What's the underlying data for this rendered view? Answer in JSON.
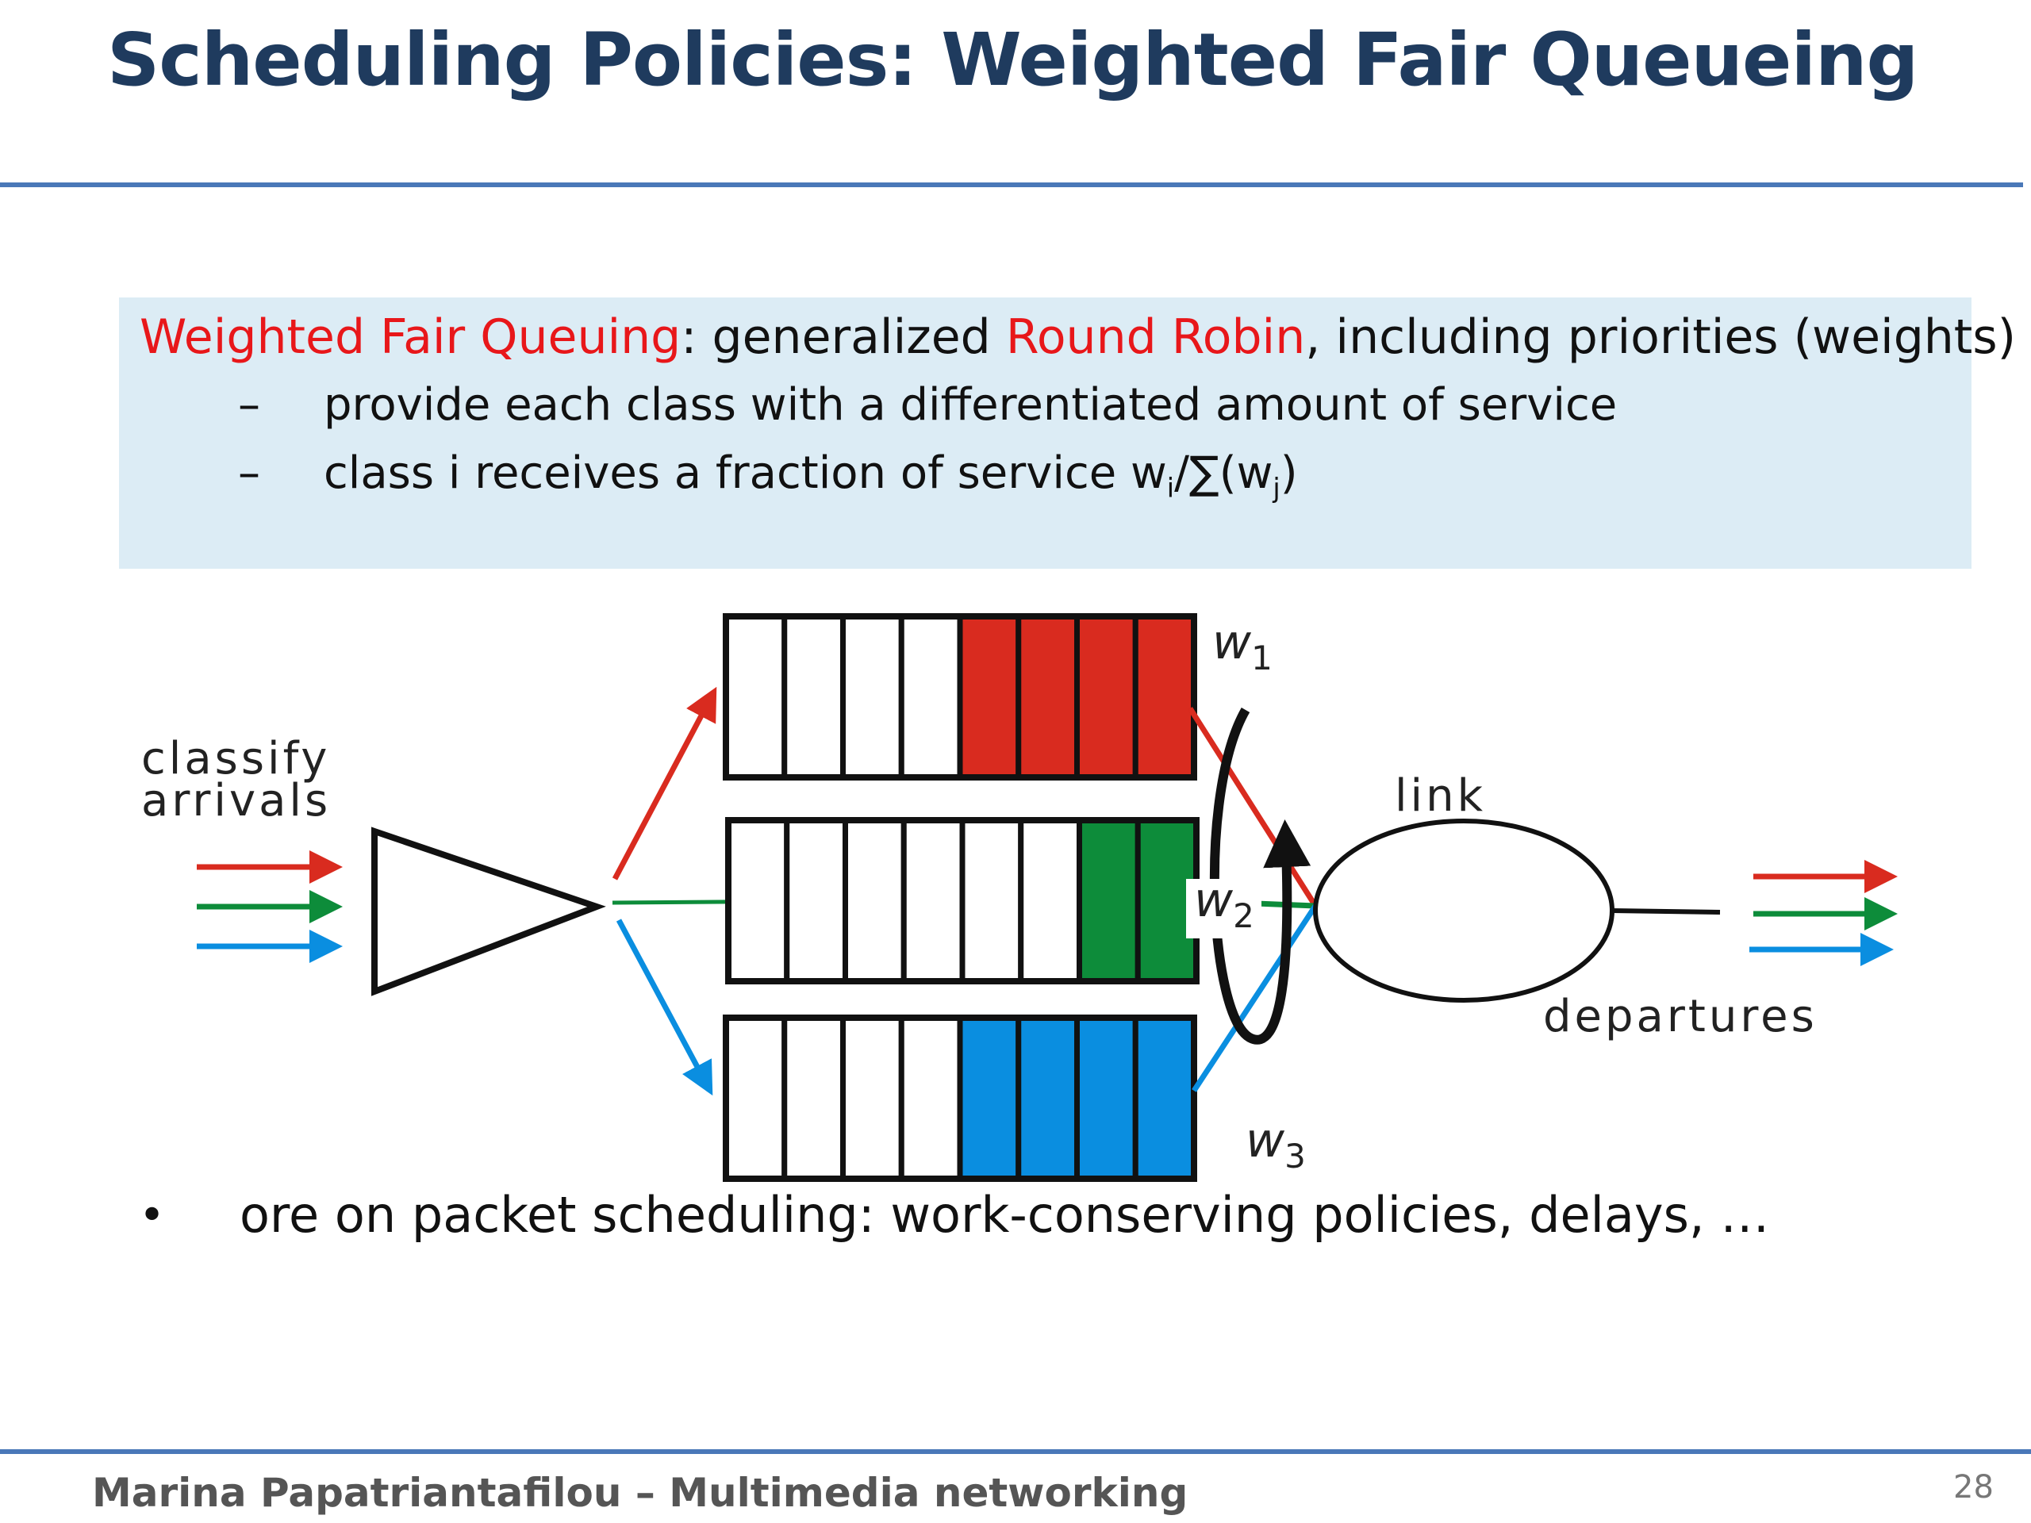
{
  "slide": {
    "title": "Scheduling Policies: Weighted Fair Queueing",
    "box": {
      "line1_term1": "Weighted Fair Queuing",
      "line1_sep": ": generalized ",
      "line1_term2": "Round Robin",
      "line1_rest": ", including priorities (weights)",
      "dash": "–",
      "line2": "provide each class with a differentiated amount of service",
      "line3_pre": "class i receives a fraction of service w",
      "line3_sub_i": "i",
      "line3_mid": "/∑(w",
      "line3_sub_j": "j",
      "line3_end": ")"
    },
    "bullet_symbol": "•",
    "bullet": "ore on packet scheduling: work-conserving policies, delays, …",
    "footer": "Marina Papatriantafilou –  Multimedia networking",
    "page_number": "28"
  },
  "diagram": {
    "classify_line1": "classify",
    "classify_line2": "arrivals",
    "link": "link",
    "departures": "departures",
    "weight_symbol": "w",
    "w1_sub": "1",
    "w2_sub": "2",
    "w3_sub": "3",
    "colors": {
      "class1": "#d92b1f",
      "class2": "#0d8c3a",
      "class3": "#0a8ee0",
      "outline": "#111111"
    },
    "queues": [
      {
        "class": "1",
        "slots": 8,
        "filled": 4
      },
      {
        "class": "2",
        "slots": 8,
        "filled": 2
      },
      {
        "class": "3",
        "slots": 8,
        "filled": 4
      }
    ]
  }
}
